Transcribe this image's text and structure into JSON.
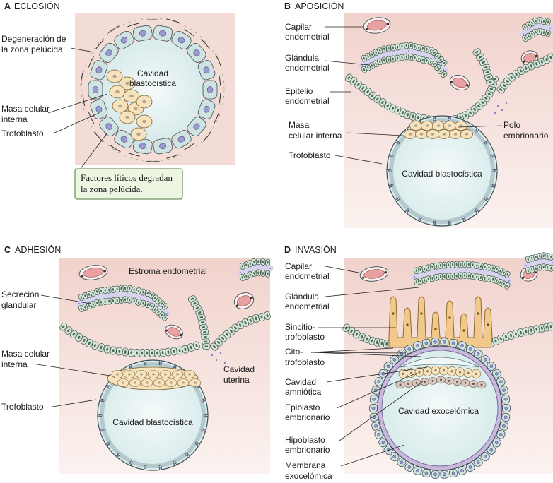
{
  "panels": {
    "a": {
      "letter": "A",
      "title": "ECLOSIÓN",
      "labels": {
        "zona": [
          "Degeneración de",
          "la zona pelúcida"
        ],
        "cavity": [
          "Cavidad",
          "blastocística"
        ],
        "icm": [
          "Masa celular",
          "interna"
        ],
        "troph": "Trofoblasto"
      },
      "callout": [
        "Factores líticos degradan",
        "la zona pelúcida."
      ]
    },
    "b": {
      "letter": "B",
      "title": "APOSICIÓN",
      "labels": {
        "capillary": [
          "Capilar",
          "endometrial"
        ],
        "gland": [
          "Glándula",
          "endometrial"
        ],
        "epith": [
          "Epitelio",
          "endometrial"
        ],
        "icm": [
          "Masa",
          "celular interna"
        ],
        "pole": [
          "Polo",
          "embrionario"
        ],
        "troph": "Trofoblasto",
        "cavity": "Cavidad blastocística"
      }
    },
    "c": {
      "letter": "C",
      "title": "ADHESIÓN",
      "labels": {
        "stroma": "Estroma endometrial",
        "secretion": [
          "Secreción",
          "glandular"
        ],
        "icm": [
          "Masa celular",
          "interna"
        ],
        "troph": "Trofoblasto",
        "uterine": [
          "Cavidad",
          "uterina"
        ],
        "cavity": "Cavidad blastocística"
      }
    },
    "d": {
      "letter": "D",
      "title": "INVASIÓN",
      "labels": {
        "capillary": [
          "Capilar",
          "endometrial"
        ],
        "gland": [
          "Glándula",
          "endometrial"
        ],
        "synct": [
          "Sincitio-",
          "trofoblasto"
        ],
        "cyto": [
          "Cito-",
          "trofoblasto"
        ],
        "amnio": [
          "Cavidad",
          "amniótica"
        ],
        "epi": [
          "Epiblasto",
          "embrionario"
        ],
        "hypo": [
          "Hipoblasto",
          "embrionario"
        ],
        "exomem": [
          "Membrana",
          "exocelómica"
        ],
        "exocav": "Cavidad exocelómica"
      }
    }
  },
  "colors": {
    "stroma": "#f4dcd6",
    "cell": "#cfe3e3",
    "cell_stroke": "#3a4e55",
    "nucleus": "#9a9ad0",
    "icm": "#f6e3bd",
    "cavity": "#e6f2f2",
    "synctio": "#f2c98a",
    "blood": "#e9a0a0",
    "exocoelomic": "#c8b8dc",
    "hypoblast": "#d8c8c0",
    "callout_bg": "#eef5e3",
    "callout_border": "#4d7a3a"
  }
}
